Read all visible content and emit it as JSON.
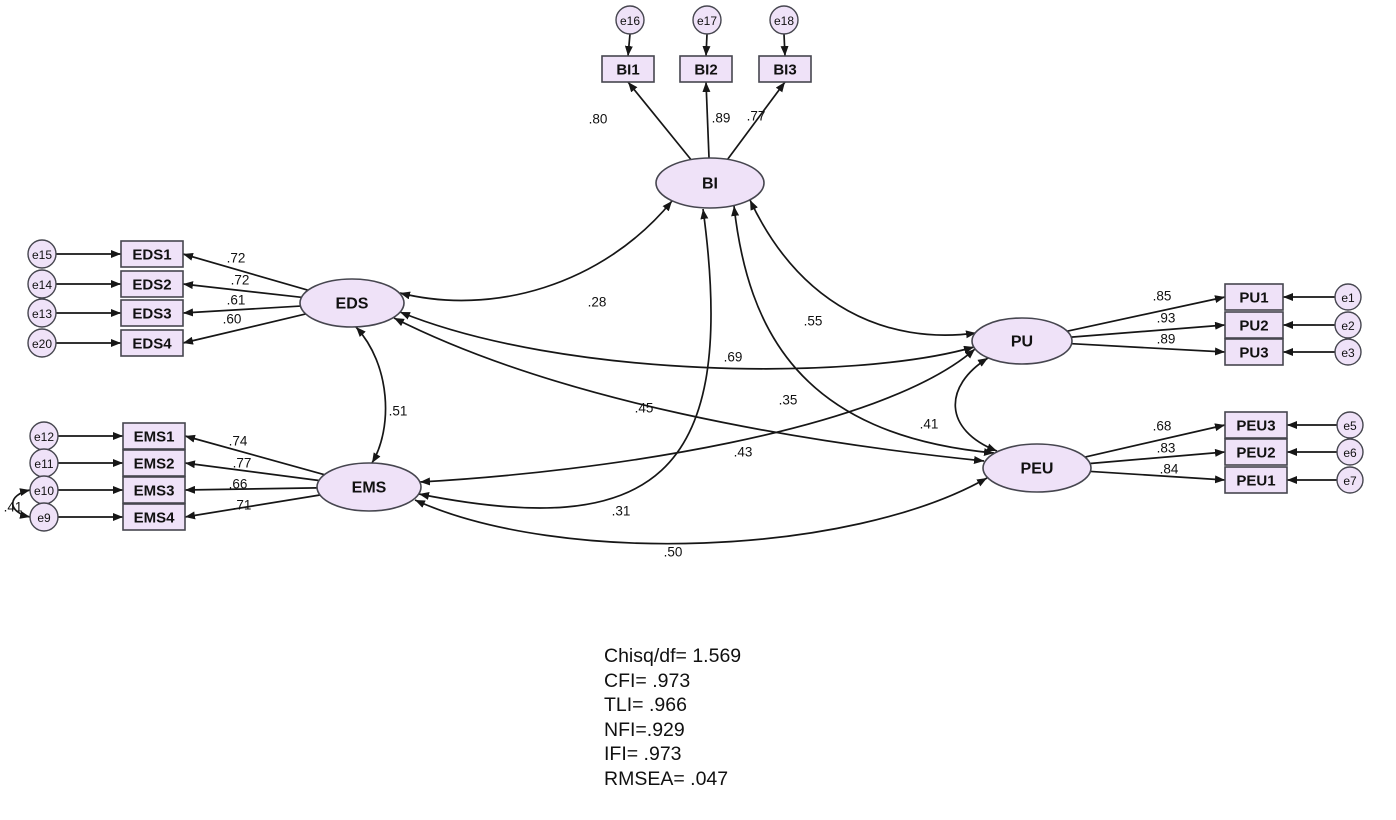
{
  "diagram": {
    "latents": [
      {
        "id": "BI",
        "label": "BI"
      },
      {
        "id": "EDS",
        "label": "EDS"
      },
      {
        "id": "EMS",
        "label": "EMS"
      },
      {
        "id": "PU",
        "label": "PU"
      },
      {
        "id": "PEU",
        "label": "PEU"
      }
    ],
    "indicators": [
      {
        "id": "BI1",
        "label": "BI1",
        "latent": "BI",
        "loading": ".80",
        "error": "e16"
      },
      {
        "id": "BI2",
        "label": "BI2",
        "latent": "BI",
        "loading": ".89",
        "error": "e17"
      },
      {
        "id": "BI3",
        "label": "BI3",
        "latent": "BI",
        "loading": ".77",
        "error": "e18"
      },
      {
        "id": "EDS1",
        "label": "EDS1",
        "latent": "EDS",
        "loading": ".72",
        "error": "e15"
      },
      {
        "id": "EDS2",
        "label": "EDS2",
        "latent": "EDS",
        "loading": ".72",
        "error": "e14"
      },
      {
        "id": "EDS3",
        "label": "EDS3",
        "latent": "EDS",
        "loading": ".61",
        "error": "e13"
      },
      {
        "id": "EDS4",
        "label": "EDS4",
        "latent": "EDS",
        "loading": ".60",
        "error": "e20"
      },
      {
        "id": "EMS1",
        "label": "EMS1",
        "latent": "EMS",
        "loading": ".74",
        "error": "e12"
      },
      {
        "id": "EMS2",
        "label": "EMS2",
        "latent": "EMS",
        "loading": ".77",
        "error": "e11"
      },
      {
        "id": "EMS3",
        "label": "EMS3",
        "latent": "EMS",
        "loading": ".66",
        "error": "e10"
      },
      {
        "id": "EMS4",
        "label": "EMS4",
        "latent": "EMS",
        "loading": ".71",
        "error": "e9"
      },
      {
        "id": "PU1",
        "label": "PU1",
        "latent": "PU",
        "loading": ".85",
        "error": "e1"
      },
      {
        "id": "PU2",
        "label": "PU2",
        "latent": "PU",
        "loading": ".93",
        "error": "e2"
      },
      {
        "id": "PU3",
        "label": "PU3",
        "latent": "PU",
        "loading": ".89",
        "error": "e3"
      },
      {
        "id": "PEU3",
        "label": "PEU3",
        "latent": "PEU",
        "loading": ".68",
        "error": "e5"
      },
      {
        "id": "PEU2",
        "label": "PEU2",
        "latent": "PEU",
        "loading": ".83",
        "error": "e6"
      },
      {
        "id": "PEU1",
        "label": "PEU1",
        "latent": "PEU",
        "loading": ".84",
        "error": "e7"
      }
    ],
    "covariances": [
      {
        "id": "EDS-BI",
        "from": "EDS",
        "to": "BI",
        "value": ".28"
      },
      {
        "id": "PU-BI",
        "from": "PU",
        "to": "BI",
        "value": ".55"
      },
      {
        "id": "PEU-BI",
        "from": "PEU",
        "to": "BI",
        "value": ".35"
      },
      {
        "id": "EMS-BI",
        "from": "EMS",
        "to": "BI",
        "value": ".31"
      },
      {
        "id": "EDS-EMS",
        "from": "EDS",
        "to": "EMS",
        "value": ".51"
      },
      {
        "id": "EDS-PU",
        "from": "EDS",
        "to": "PU",
        "value": ".69"
      },
      {
        "id": "EDS-PEU",
        "from": "EDS",
        "to": "PEU",
        "value": ".45"
      },
      {
        "id": "EMS-PU",
        "from": "EMS",
        "to": "PU",
        "value": ".43"
      },
      {
        "id": "EMS-PEU",
        "from": "EMS",
        "to": "PEU",
        "value": ".50"
      },
      {
        "id": "PU-PEU",
        "from": "PU",
        "to": "PEU",
        "value": ".41"
      },
      {
        "id": "e10-e9",
        "from": "e10",
        "to": "e9",
        "value": ".41"
      }
    ],
    "fit_stats": [
      "Chisq/df= 1.569",
      "CFI= .973",
      "TLI= .966",
      "NFI=.929",
      "IFI= .973",
      "RMSEA= .047"
    ],
    "colors": {
      "node_fill": "#EFE2F8",
      "node_stroke": "#46464F",
      "line": "#161616"
    }
  }
}
